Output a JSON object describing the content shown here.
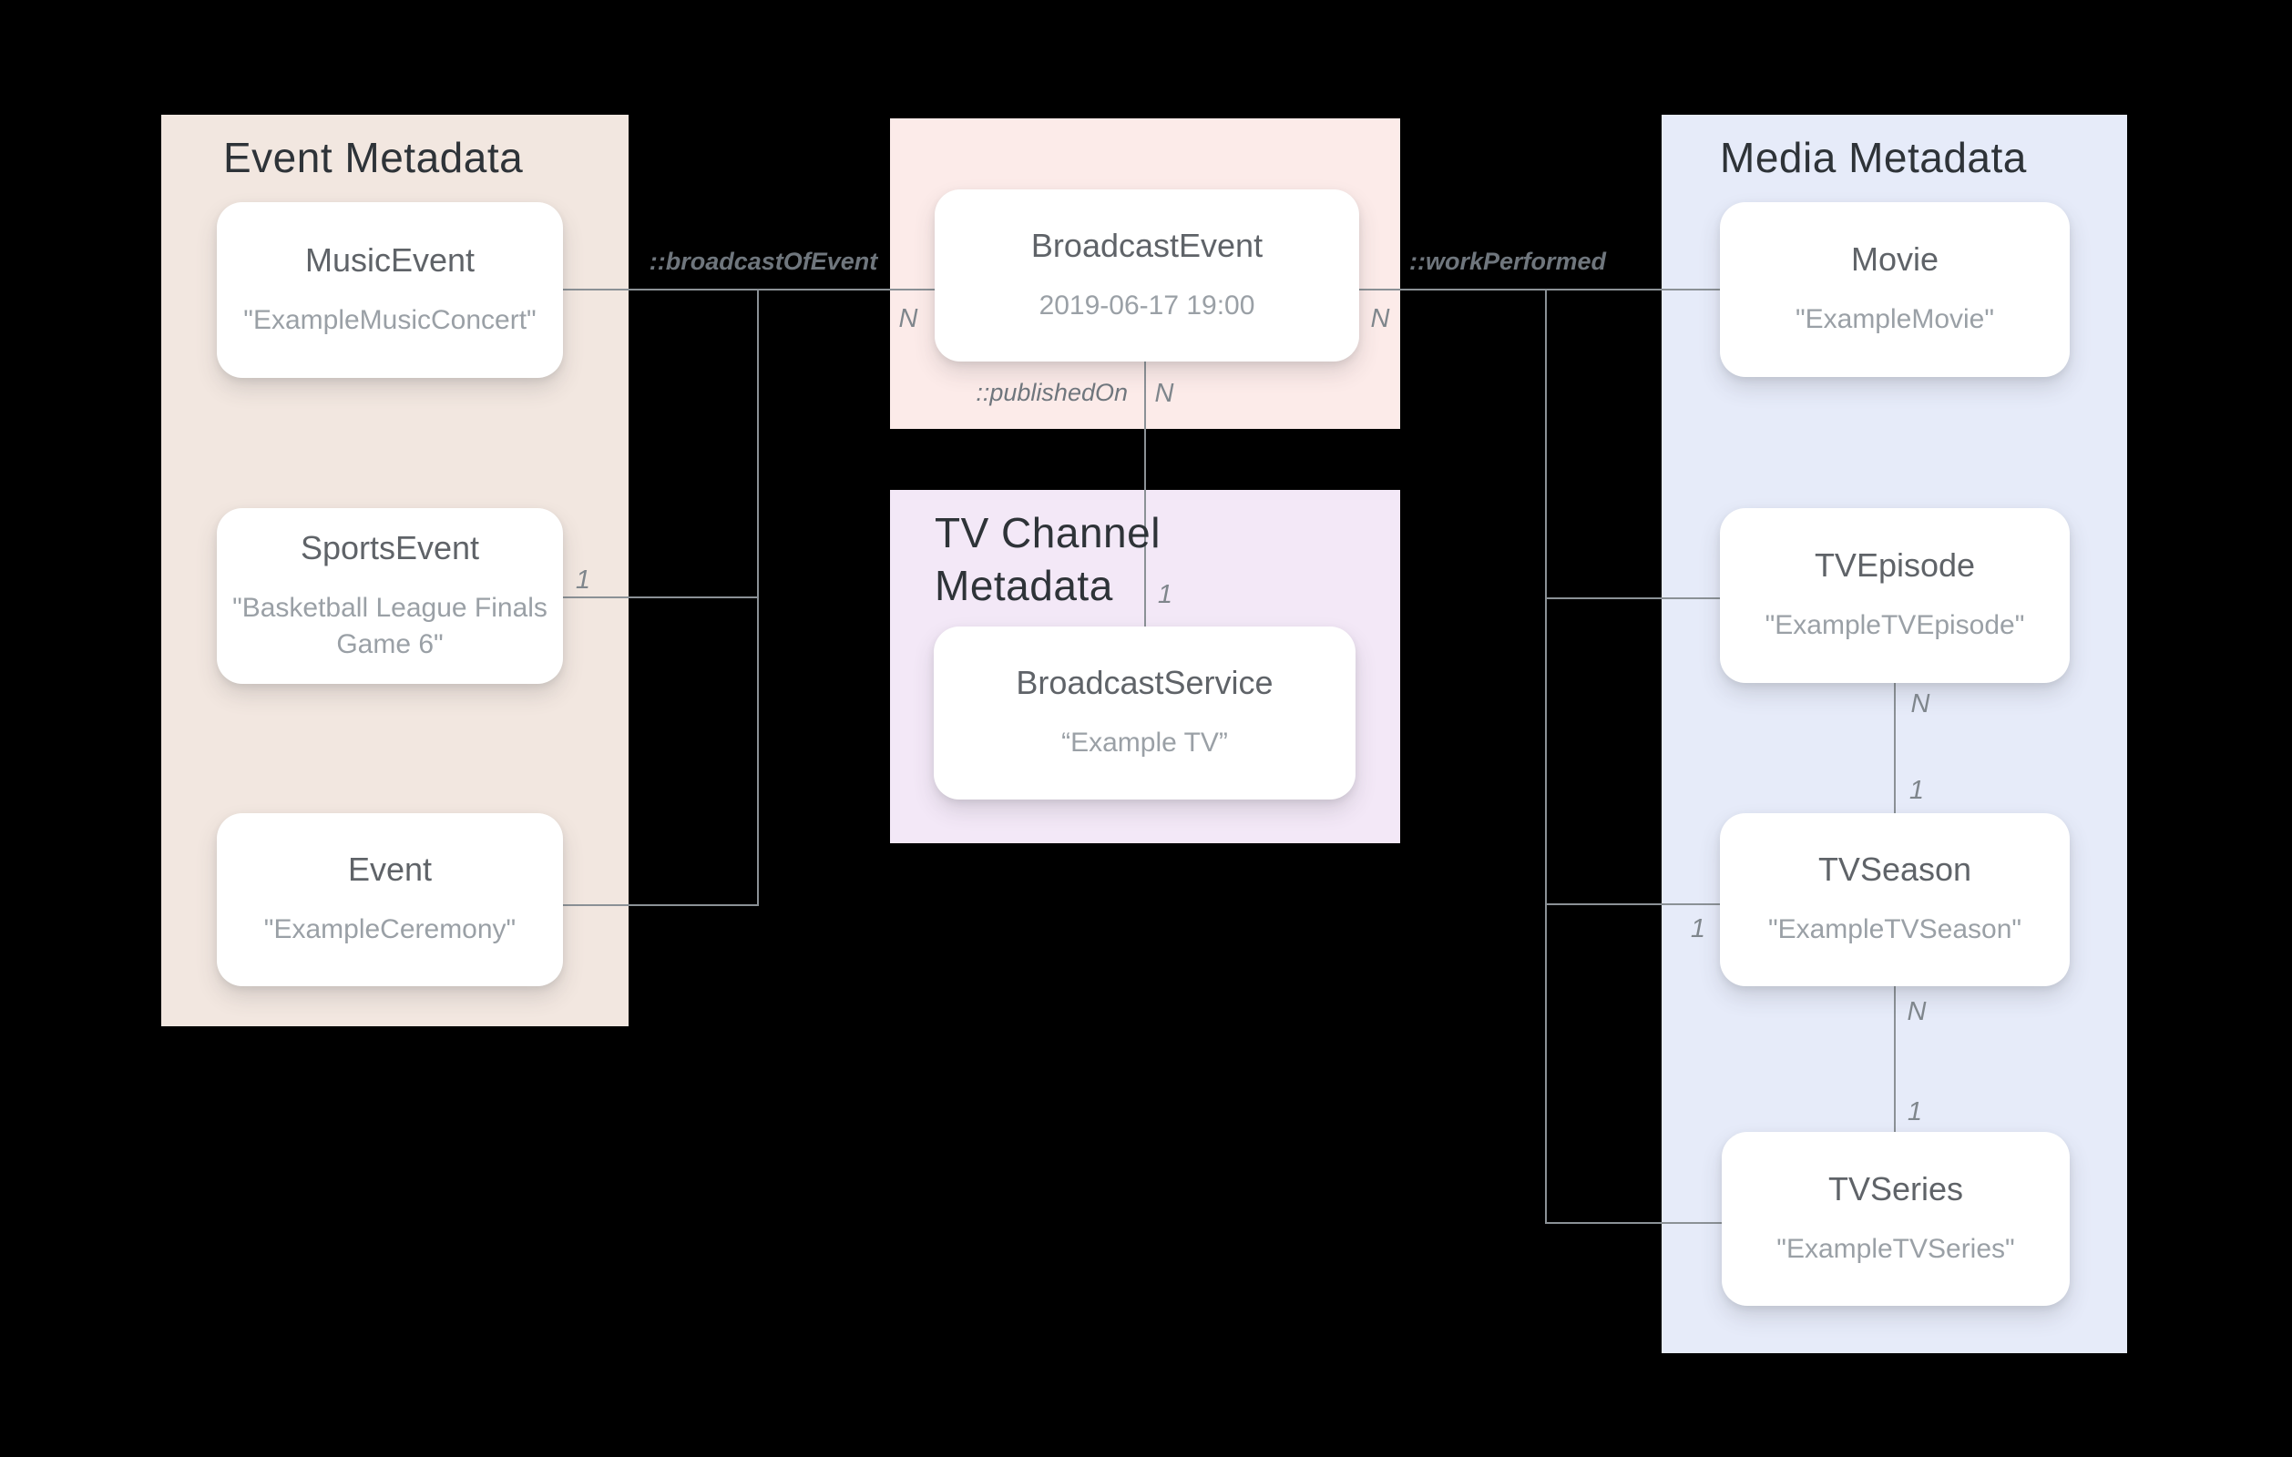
{
  "diagram": {
    "panels": {
      "event": {
        "title": "Event Metadata",
        "bg_color": "#f2e7e0",
        "cards": [
          {
            "title": "MusicEvent",
            "subtitle": "\"ExampleMusicConcert\""
          },
          {
            "title": "SportsEvent",
            "subtitle": "\"Basketball League Finals\nGame 6\""
          },
          {
            "title": "Event",
            "subtitle": "\"ExampleCeremony\""
          }
        ]
      },
      "broadcast_event": {
        "bg_color": "#fcebe9",
        "card": {
          "title": "BroadcastEvent",
          "subtitle": "2019-06-17 19:00"
        }
      },
      "tv_channel": {
        "title": "TV Channel Metadata",
        "bg_color": "#f3e8f7",
        "card": {
          "title": "BroadcastService",
          "subtitle": "“Example TV”"
        }
      },
      "media": {
        "title": "Media Metadata",
        "bg_color": "#e6ebf9",
        "cards": [
          {
            "title": "Movie",
            "subtitle": "\"ExampleMovie\""
          },
          {
            "title": "TVEpisode",
            "subtitle": "\"ExampleTVEpisode\""
          },
          {
            "title": "TVSeason",
            "subtitle": "\"ExampleTVSeason\""
          },
          {
            "title": "TVSeries",
            "subtitle": "\"ExampleTVSeries\""
          }
        ]
      }
    },
    "edge_labels": {
      "broadcast_of_event": "::broadcastOfEvent",
      "work_performed": "::workPerformed",
      "published_on": "::publishedOn"
    },
    "cardinality": {
      "music_broadcast_n": "N",
      "sports_1": "1",
      "movie_n": "N",
      "published_on_n": "N",
      "broadcast_service_1": "1",
      "season_branch_1": "1",
      "episode_season_n": "N",
      "episode_season_1": "1",
      "season_series_n": "N",
      "season_series_1": "1"
    },
    "colors": {
      "background": "#000000",
      "connector_line": "#8b9196",
      "card_title_text": "#5f6368",
      "card_subtitle_text": "#9aa0a6",
      "panel_title_text": "#2e3338",
      "edge_label_text": "#6f767d"
    }
  }
}
